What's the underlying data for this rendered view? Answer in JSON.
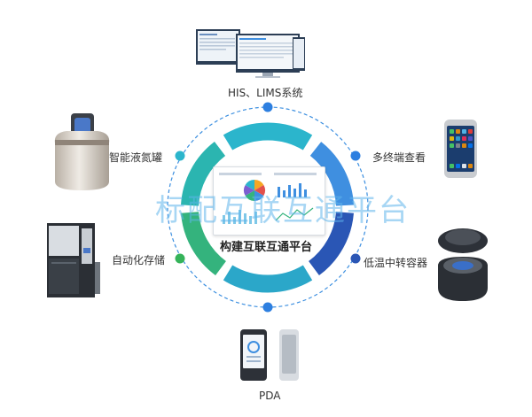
{
  "center": {
    "title": "构建互联互通平台"
  },
  "nodes": {
    "his_lims": "HIS、LIMS系统",
    "multi_terminal": "多终端查看",
    "low_temp_transfer": "低温中转容器",
    "pda": "PDA",
    "auto_storage": "自动化存储",
    "ln2_tank": "智能液氮罐"
  },
  "watermark": "标配互联互通平台",
  "colors": {
    "ring_dark_blue": "#2a56b5",
    "ring_blue": "#3f8fe0",
    "ring_teal": "#2bb5cc",
    "ring_green": "#34b37d",
    "node_blue": "#2d7fe0",
    "node_teal": "#2bb5cc",
    "node_green": "#35b35a",
    "dashed_ring": "#3c8fe0"
  }
}
